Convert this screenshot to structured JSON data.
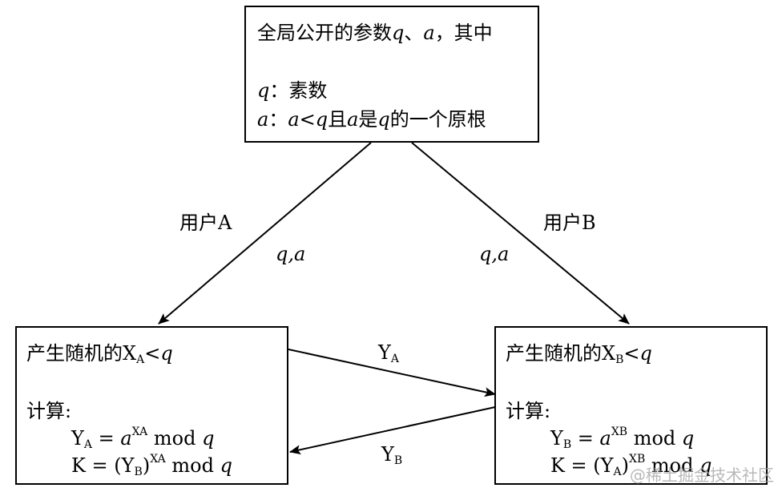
{
  "top_box": {
    "title_prefix": "全局公开的参数",
    "title_q": "q",
    "title_sep": "、",
    "title_a": "a",
    "title_suffix": "，其中",
    "q_var": "q",
    "q_desc": "：素数",
    "a_var": "a",
    "a_desc_colon": "：",
    "a_desc_a": "a",
    "a_desc_lt": "<",
    "a_desc_q": "q",
    "a_desc_and": "且",
    "a_desc_a2": "a",
    "a_desc_is": "是",
    "a_desc_q2": "q",
    "a_desc_root": "的一个原根"
  },
  "arrows": {
    "left_user": "用户A",
    "right_user": "用户B",
    "left_params": "q,a",
    "right_params": "q,a",
    "ya_label": "Y",
    "ya_sub": "A",
    "yb_label": "Y",
    "yb_sub": "B"
  },
  "left_box": {
    "line1_prefix": "产生随机的X",
    "line1_sub": "A",
    "line1_lt": "<",
    "line1_q": "q",
    "calc_label": "计算:",
    "eq1_Y": "Y",
    "eq1_Ysub": "A",
    "eq1_eq": " = ",
    "eq1_a": "a",
    "eq1_sup": "XA",
    "eq1_mod": " mod ",
    "eq1_q": "q",
    "eq2_K": "K = (Y",
    "eq2_Ysub": "B",
    "eq2_close": ")",
    "eq2_sup": "XA",
    "eq2_mod": " mod ",
    "eq2_q": "q"
  },
  "right_box": {
    "line1_prefix": "产生随机的X",
    "line1_sub": "B",
    "line1_lt": "<",
    "line1_q": "q",
    "calc_label": "计算:",
    "eq1_Y": "Y",
    "eq1_Ysub": "B",
    "eq1_eq": " = ",
    "eq1_a": "a",
    "eq1_sup": "XB",
    "eq1_mod": " mod ",
    "eq1_q": "q",
    "eq2_K": "K = (Y",
    "eq2_Ysub": "A",
    "eq2_close": ")",
    "eq2_sup": "XB",
    "eq2_mod": " mod ",
    "eq2_q": "q"
  },
  "watermark": "@稀土掘金技术社区"
}
